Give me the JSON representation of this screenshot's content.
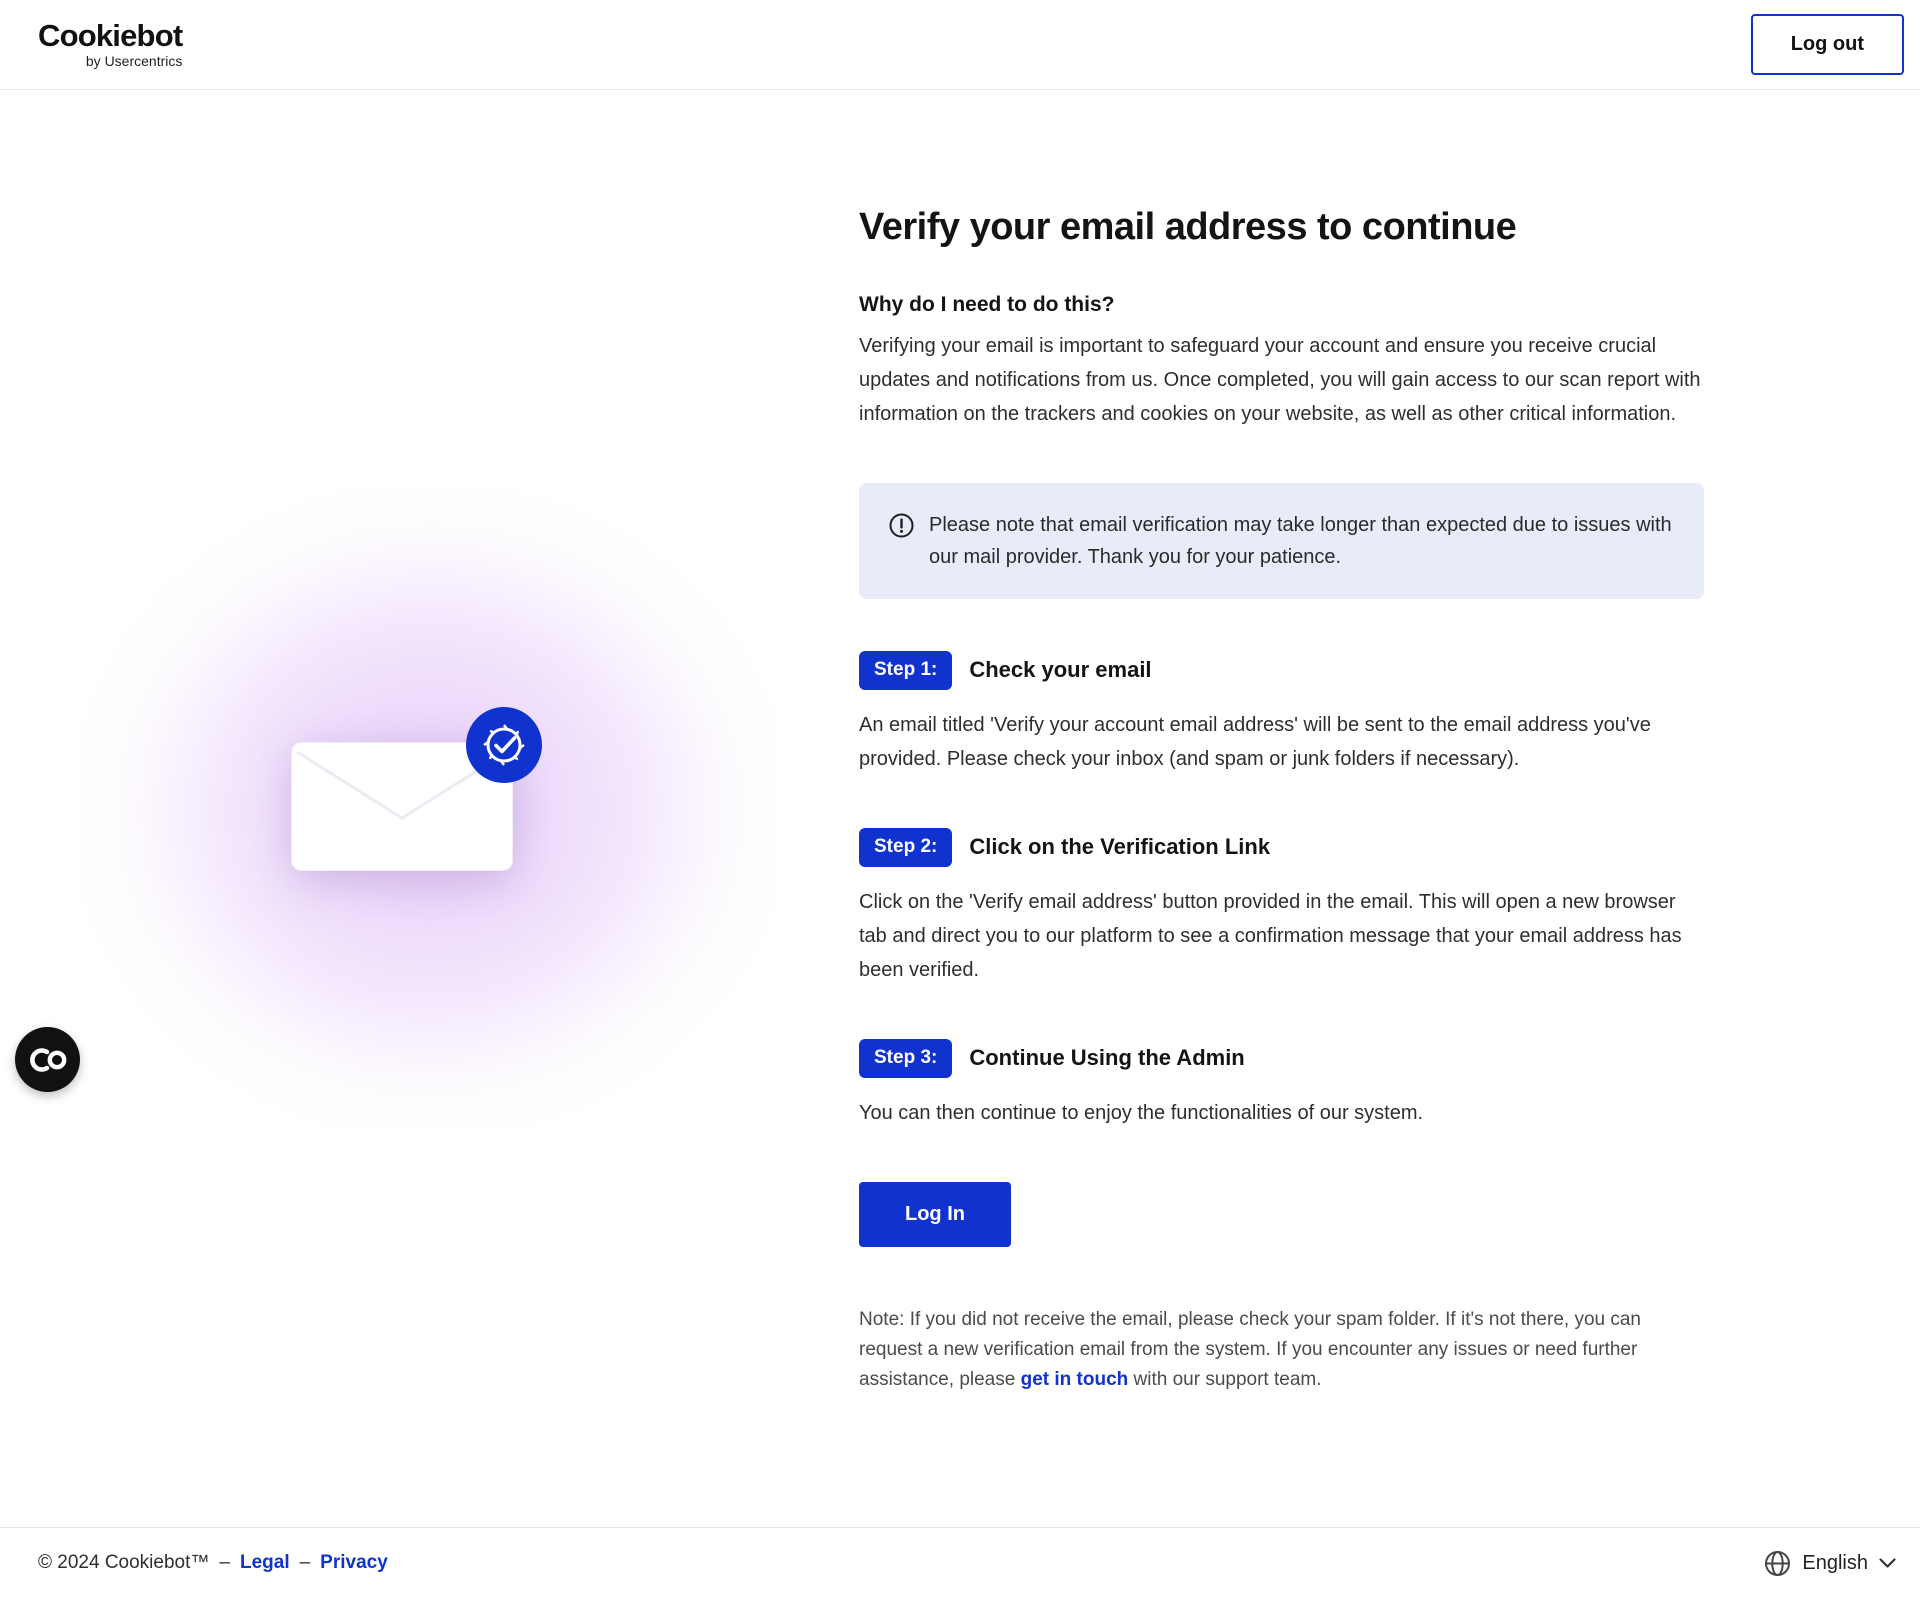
{
  "colors": {
    "accent": "#1032cf",
    "notice_background": "#e8ecf9",
    "widget_background": "#111111"
  },
  "header": {
    "logo_title": "Cookiebot",
    "logo_subtitle": "by Usercentrics",
    "logout_label": "Log out"
  },
  "main": {
    "title": "Verify your email address to continue",
    "why_heading": "Why do I need to do this?",
    "why_body": "Verifying your email is important to safeguard your account and ensure you receive crucial updates and notifications from us. Once completed, you will gain access to our scan report with information on the trackers and cookies on your website, as well as other critical information.",
    "notice": "Please note that email verification may take longer than expected due to issues with our mail provider. Thank you for your patience.",
    "steps": [
      {
        "badge": "Step 1:",
        "heading": "Check your email",
        "body": "An email titled 'Verify your account email address' will be sent to the email address you've provided. Please check your inbox (and spam or junk folders if necessary)."
      },
      {
        "badge": "Step 2:",
        "heading": "Click on the Verification Link",
        "body": "Click on the 'Verify email address' button provided in the email. This will open a new browser tab and direct you to our platform to see a confirmation message that your email address has been verified."
      },
      {
        "badge": "Step 3:",
        "heading": "Continue Using the Admin",
        "body": "You can then continue to enjoy the functionalities of our system."
      }
    ],
    "login_label": "Log In",
    "note_before": "Note: If you did not receive the email, please check your spam folder. If it's not there, you can request a new verification email from the system. If you encounter any issues or need further assistance, please ",
    "note_link": "get in touch",
    "note_after": " with our support team."
  },
  "footer": {
    "copyright": "© 2024 Cookiebot™",
    "separator": "–",
    "legal_label": "Legal",
    "privacy_label": "Privacy",
    "language_label": "English"
  }
}
